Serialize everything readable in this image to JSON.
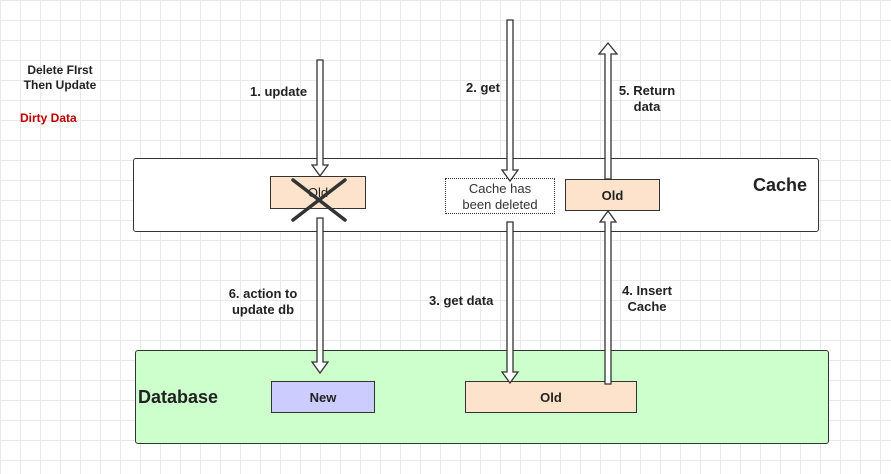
{
  "header": {
    "line1": "Delete FIrst",
    "line2": "Then Update",
    "warning": "Dirty Data"
  },
  "cache": {
    "title": "Cache",
    "old_box_crossed": "Old",
    "deleted_box_line1": "Cache has",
    "deleted_box_line2": "been deleted",
    "old_box": "Old"
  },
  "database": {
    "title": "Database",
    "new_box": "New",
    "old_box": "Old"
  },
  "steps": {
    "s1": "1. update",
    "s2": "2. get",
    "s3": "3. get data",
    "s4_line1": "4. Insert",
    "s4_line2": "Cache",
    "s5_line1": "5. Return",
    "s5_line2": "data",
    "s6_line1": "6. action to",
    "s6_line2": "update db"
  },
  "colors": {
    "box_fill": "#fde3cc",
    "new_fill": "#ccccff",
    "database_fill": "#ccffcc",
    "warning": "#c00000"
  }
}
